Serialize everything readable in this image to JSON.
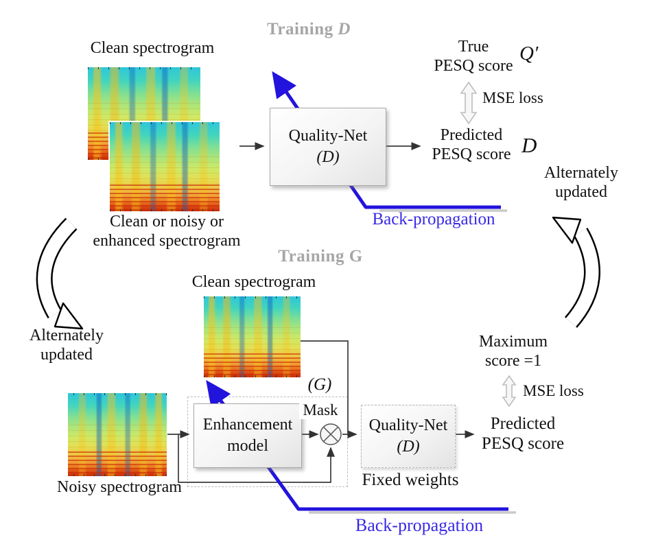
{
  "colors": {
    "background": "#ffffff",
    "backprop_blue": "#2213dd",
    "backprop_text_blue": "#3929e6",
    "training_header_gray": "#a6a6a6",
    "arrow_dark": "#333333",
    "mse_arrow_gray": "#bdbdbd",
    "spectrogram_palette": [
      "#2fc6da",
      "#abe57b",
      "#e3df53",
      "#f0a136",
      "#c52f0a"
    ]
  },
  "icons": {
    "multiply_node": "circle-times ⊗",
    "mse_loss_arrow": "hollow-double-headed-vertical-arrow",
    "cycle_arrow": "hollow-curved-arrow"
  },
  "training_d": {
    "title_word": "Training",
    "title_letter": "D",
    "input_title": "Clean spectrogram",
    "caption1": "Clean or noisy or",
    "caption2": "enhanced spectrogram",
    "model_name": "Quality-Net",
    "model_symbol": "(D)",
    "true1": "True",
    "true2": "PESQ score",
    "true_symbol": "Q′",
    "mse": "MSE loss",
    "pred1": "Predicted",
    "pred2": "PESQ score",
    "pred_symbol": "D",
    "backprop": "Back-propagation"
  },
  "training_g": {
    "title_word": "Training",
    "title_letter": "G",
    "clean_title": "Clean spectrogram",
    "noisy_label": "Noisy spectrogram",
    "gen1": "Enhancement",
    "gen2": "model",
    "gen_symbol": "(G)",
    "mask": "Mask",
    "disc_name": "Quality-Net",
    "disc_symbol": "(D)",
    "fixed": "Fixed weights",
    "max1": "Maximum",
    "max2": "score =1",
    "mse": "MSE loss",
    "pred1": "Predicted",
    "pred2": "PESQ score",
    "backprop": "Back-propagation"
  },
  "cycle": {
    "left1": "Alternately",
    "left2": "updated",
    "right1": "Alternately",
    "right2": "updated"
  }
}
